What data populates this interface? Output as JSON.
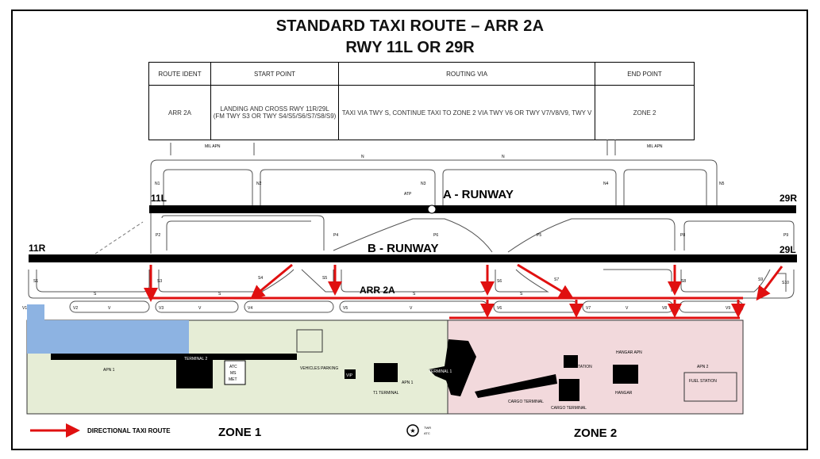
{
  "title_line1": "STANDARD TAXI ROUTE – ARR 2A",
  "title_line2": "RWY 11L OR 29R",
  "route_table": {
    "headers": [
      "ROUTE IDENT",
      "START POINT",
      "ROUTING VIA",
      "END POINT"
    ],
    "row": {
      "ident": "ARR 2A",
      "start_line1": "LANDING AND CROSS RWY 11R/29L",
      "start_line2": "(FM TWY S3 OR TWY S4/S5/S6/S7/S8/S9)",
      "routing": "TAXI VIA TWY S, CONTINUE TAXI TO ZONE 2 VIA TWY V6 OR TWY V7/V8/V9, TWY V",
      "end": "ZONE 2"
    }
  },
  "runways": {
    "a_label": "A - RUNWAY",
    "b_label": "B - RUNWAY",
    "a_left": "11L",
    "a_right": "29R",
    "b_left": "11R",
    "b_right": "29L"
  },
  "route_label": "ARR 2A",
  "taxiways": {
    "N": "N",
    "N1": "N1",
    "N2": "N2",
    "N3": "N3",
    "N4": "N4",
    "N5": "N5",
    "P2": "P2",
    "P3": "P3",
    "P4": "P4",
    "P5": "P5",
    "P6": "P6",
    "P8": "P8",
    "P9": "P9",
    "S": "S",
    "S1": "S1",
    "S3": "S3",
    "S4": "S4",
    "S5": "S5",
    "S6": "S6",
    "S7": "S7",
    "S8": "S8",
    "S9": "S9",
    "S10": "S10",
    "V": "V",
    "V1": "V1",
    "V2": "V2",
    "V3": "V3",
    "V4": "V4",
    "V5": "V5",
    "V6": "V6",
    "V7": "V7",
    "V8": "V8",
    "V9": "V9",
    "mil_apn_left": "MIL APN",
    "mil_apn_right": "MIL APN",
    "atp": "ATP"
  },
  "buildings": {
    "apn1": "APN 1",
    "terminal2": "TERMINAL 2",
    "atc": "ATC",
    "ms": "MS",
    "met": "MET",
    "vehicles_parking": "VEHICLES PARKING",
    "vip": "VIP",
    "t1_terminal_label": "T1 TERMINAL",
    "apn_mid": "APN 1",
    "terminal1": "TERMINAL 1",
    "cargo_terminal1": "CARGO TERMINAL",
    "cargo_terminal2": "CARGO TERMINAL",
    "fire_station": "FIRE STATION",
    "hangar": "HANGAR",
    "apn2": "APN 2",
    "fuel_station": "FUEL STATION",
    "hangar_apn": "HANGAR APN"
  },
  "legend": {
    "directional": "DIRECTIONAL TAXI ROUTE",
    "twr": "TWR",
    "atc": "ATC"
  },
  "zones": {
    "zone1": "ZONE 1",
    "zone2": "ZONE 2"
  },
  "colors": {
    "route": "#e01010",
    "zone1": "#e6edd6",
    "zone2": "#f2d9dc",
    "apron_blue": "#8db3e2",
    "runway": "#000000"
  }
}
